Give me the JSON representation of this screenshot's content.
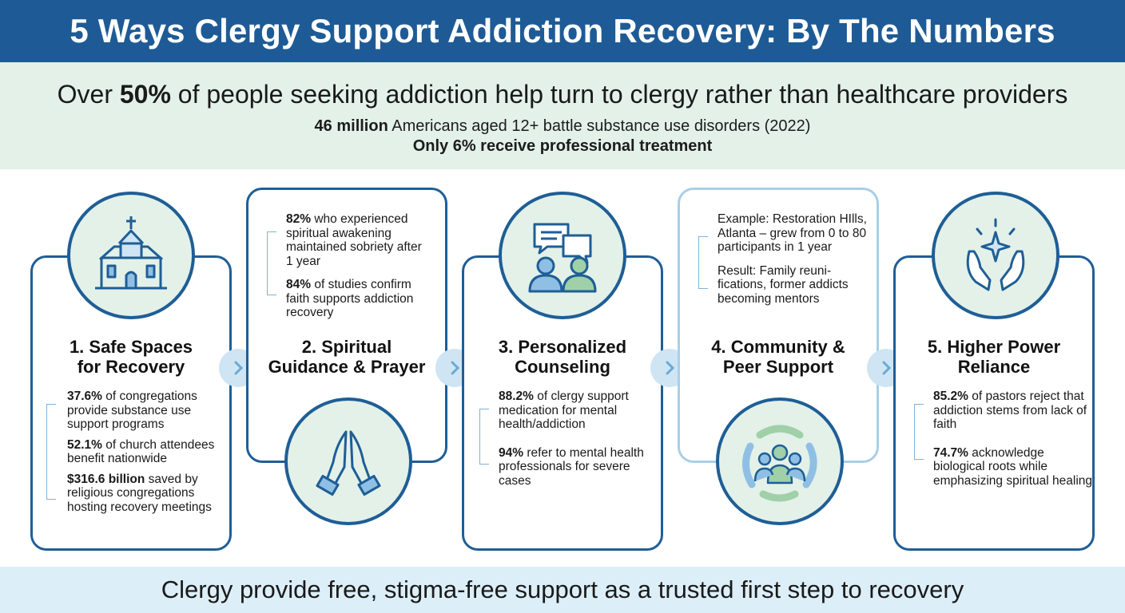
{
  "title": "5 Ways Clergy Support Addiction Recovery: By The Numbers",
  "banner": {
    "main_prefix": "Over ",
    "main_bold": "50%",
    "main_suffix": " of people seeking addiction help turn to clergy rather than healthcare providers",
    "sub1_bold": "46 million",
    "sub1_rest": " Americans aged 12+ battle substance use disorders (2022)",
    "sub2": "Only 6% receive professional treatment"
  },
  "cards": [
    {
      "title_line1": "1. Safe Spaces",
      "title_line2": "for Recovery",
      "icon": "church-icon",
      "stats": [
        {
          "bold": "37.6%",
          "text": " of congregations provide substance use support programs"
        },
        {
          "bold": "52.1%",
          "text": " of church attendees benefit nationwide"
        },
        {
          "bold": "$316.6 billion",
          "text": " saved by religious congregations hosting recovery meetings"
        }
      ]
    },
    {
      "title_line1": "2. Spiritual",
      "title_line2": "Guidance & Prayer",
      "icon": "praying-hands-icon",
      "stats": [
        {
          "bold": "82%",
          "text": " who experienced spiritual awakening maintained sobriety after 1 year"
        },
        {
          "bold": "84%",
          "text": " of studies confirm faith supports addiction recovery"
        }
      ]
    },
    {
      "title_line1": "3. Personalized",
      "title_line2": "Counseling",
      "icon": "counseling-chat-icon",
      "stats": [
        {
          "bold": "88.2%",
          "text": " of clergy support medication for mental health/addiction"
        },
        {
          "bold": "94%",
          "text": " refer to mental health professionals for severe cases"
        }
      ]
    },
    {
      "title_line1": "4. Community &",
      "title_line2": "Peer Support",
      "icon": "community-circle-icon",
      "stats": [
        {
          "bold": "",
          "text": "Example: Restoration HIlls, Atlanta – grew from 0 to 80 participants in 1 year"
        },
        {
          "bold": "",
          "text": "Result: Family reuni-fications, former addicts becoming mentors"
        }
      ]
    },
    {
      "title_line1": "5. Higher Power",
      "title_line2": "Reliance",
      "icon": "open-hands-sparkle-icon",
      "stats": [
        {
          "bold": "85.2%",
          "text": " of pastors reject that addiction stems from lack of faith"
        },
        {
          "bold": "74.7%",
          "text": " acknowledge biological roots while emphasizing spiritual healing"
        }
      ]
    }
  ],
  "footer": "Clergy provide free, stigma-free support as a trusted first step to recovery",
  "colors": {
    "header": "#1e5b96",
    "banner_bg": "#e3f1e8",
    "footer_bg": "#dceef8",
    "card_border": "#1f5e96",
    "card_border_light": "#a9cfe6",
    "icon_blue": "#8fc0e4",
    "icon_green": "#9fd0a8"
  }
}
